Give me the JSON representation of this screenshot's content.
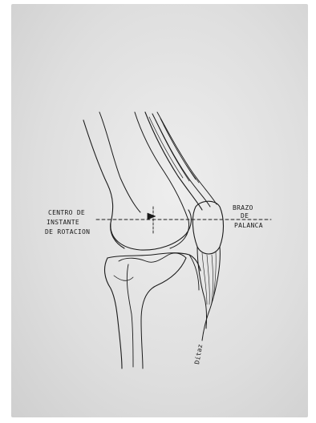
{
  "labels": {
    "centro_line1": "CENTRO DE",
    "centro_line2": "INSTANTE",
    "centro_line3": "DE ROTACION",
    "brazo_line1": "BRAZO",
    "brazo_line2": "DE",
    "brazo_line3": "PALANCA"
  },
  "signature": "Dítaz",
  "colors": {
    "ink": "#1a1a1a",
    "paper": "#dcdcdc",
    "background": "#ffffff"
  }
}
